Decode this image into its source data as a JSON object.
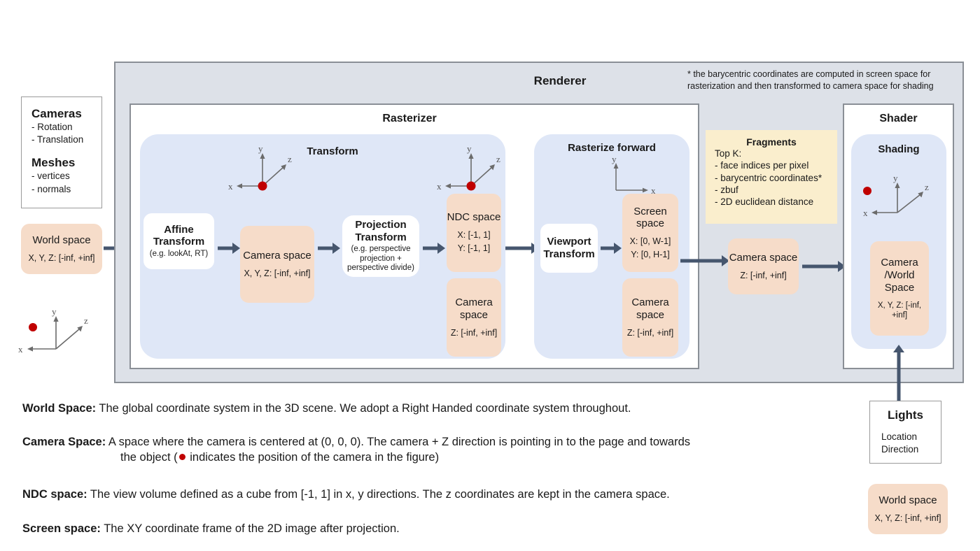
{
  "colors": {
    "renderer_bg": "#dde1e8",
    "group_blue": "#dfe7f7",
    "node_peach": "#f6dcc9",
    "node_cream": "#faeecd",
    "arrow": "#46566e",
    "camera_dot": "#c00000",
    "border_gray": "#8a8f96"
  },
  "inputs": {
    "card": {
      "cameras_title": "Cameras",
      "cameras_items": [
        "- Rotation",
        "- Translation"
      ],
      "meshes_title": "Meshes",
      "meshes_items": [
        "- vertices",
        "- normals"
      ]
    },
    "world_space": {
      "title": "World space",
      "range": "X, Y, Z: [-inf, +inf]"
    },
    "gizmo": {
      "x": "x",
      "y": "y",
      "z": "z"
    }
  },
  "renderer": {
    "title": "Renderer",
    "footnote": "* the barycentric coordinates are computed in screen space for rasterization and then transformed to camera space for shading",
    "rasterizer": {
      "title": "Rasterizer",
      "transform": {
        "title": "Transform",
        "gizmo": {
          "x": "x",
          "y": "y",
          "z": "z"
        },
        "affine": {
          "title": "Affine Transform",
          "note": "(e.g. lookAt, RT)"
        },
        "camera_space": {
          "title": "Camera space",
          "range": "X, Y, Z: [-inf, +inf]"
        },
        "projection": {
          "title": "Projection Transform",
          "note": "(e.g. perspective projection + perspective divide)"
        },
        "ndc_space": {
          "title": "NDC space",
          "range_x": "X: [-1, 1]",
          "range_y": "Y: [-1, 1]"
        },
        "camera_space_2": {
          "title": "Camera space",
          "range_z": "Z: [-inf, +inf]"
        }
      },
      "rasterize_forward": {
        "title": "Rasterize forward",
        "gizmo": {
          "x": "x",
          "y": "y"
        },
        "viewport": {
          "title": "Viewport Transform"
        },
        "screen_space": {
          "title": "Screen space",
          "range_x": "X: [0, W-1]",
          "range_y": "Y: [0,  H-1]"
        },
        "camera_space": {
          "title": "Camera space",
          "range_z": "Z: [-inf, +inf]"
        }
      }
    },
    "fragments": {
      "title": "Fragments",
      "lines": [
        "Top K:",
        "- face indices per pixel",
        "- barycentric coordinates*",
        "- zbuf",
        "- 2D euclidean distance"
      ]
    },
    "camera_space_out": {
      "title": "Camera space",
      "range_z": "Z: [-inf, +inf]"
    },
    "shader": {
      "title": "Shader",
      "shading": {
        "title": "Shading",
        "gizmo": {
          "x": "x",
          "y": "y",
          "z": "z"
        },
        "space": {
          "title_line1": "Camera",
          "title_line2": "/World",
          "title_line3": "Space",
          "range": "X, Y, Z: [-inf, +inf]"
        }
      }
    }
  },
  "lights": {
    "title": "Lights",
    "items": [
      "Location",
      "Direction"
    ]
  },
  "lights_world_space": {
    "title": "World space",
    "range": "X, Y, Z: [-inf, +inf]"
  },
  "legend": [
    {
      "term": "World Space:",
      "body": " The global coordinate system in the 3D scene. We adopt a Right Handed coordinate system throughout."
    },
    {
      "term": "Camera Space:",
      "body": " A space where the camera is centered at (0, 0, 0). The camera + Z direction is pointing in to the page and towards",
      "body2_pre": "the object (",
      "body2_post": " indicates the position of the camera in the figure)"
    },
    {
      "term": "NDC space:",
      "body": " The view volume defined as a cube from [-1, 1] in x, y directions. The z coordinates are kept in the camera space."
    },
    {
      "term": "Screen space:",
      "body": " The XY coordinate frame of the 2D image after projection."
    }
  ]
}
